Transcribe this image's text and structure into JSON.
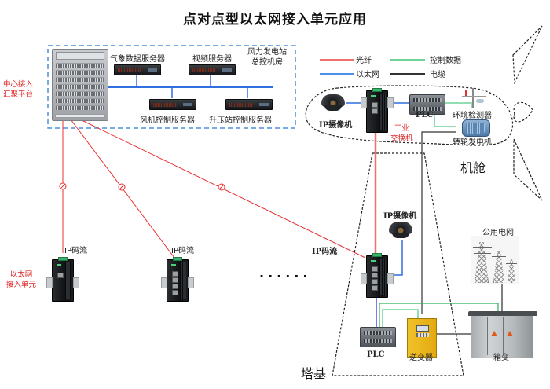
{
  "title": "点对点型以太网接入单元应用",
  "legend": {
    "items": [
      {
        "label": "光纤",
        "color": "#f07070"
      },
      {
        "label": "控制数据",
        "color": "#6fd39a"
      },
      {
        "label": "以太网",
        "color": "#4a8ff0"
      },
      {
        "label": "电缆",
        "color": "#333333"
      }
    ]
  },
  "control_room": {
    "label_line1": "风力发电站",
    "label_line2": "总控机房",
    "servers": {
      "weather": "气象数据服务器",
      "video": "视频服务器",
      "turbine_control": "风机控制服务器",
      "substation_control": "升压站控制服务器"
    }
  },
  "center_platform": {
    "line1": "中心接入",
    "line2": "汇聚平台"
  },
  "access_units": {
    "label_line1": "以太网",
    "label_line2": "接入单元",
    "stream_labels": [
      "IP码流",
      "IP码流",
      "IP码流"
    ],
    "ellipsis": "······"
  },
  "nacelle": {
    "label": "机舱",
    "camera_label": "IP摄像机",
    "switch_label_line1": "工业",
    "switch_label_line2": "交换机",
    "plc_label": "PLC",
    "sensor_label": "环境检测器",
    "generator_label": "转轮发电机"
  },
  "tower_base": {
    "label": "塔基",
    "camera_label": "IP摄像机",
    "plc_label": "PLC",
    "inverter_label": "逆变器",
    "transformer_label": "箱变",
    "grid_label": "公用电网"
  },
  "colors": {
    "fiber": "#f07070",
    "fiber_thin": "#e83030",
    "ethernet": "#2f6fe0",
    "control": "#6fd39a",
    "control_dark": "#2fb060",
    "cable": "#333333",
    "dash_box": "#4a8fe0",
    "label_red": "#e02020"
  }
}
